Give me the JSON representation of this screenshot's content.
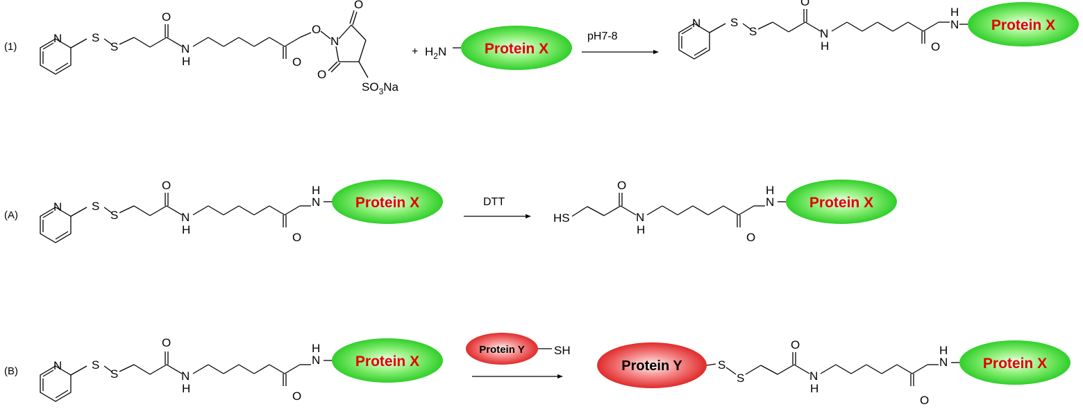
{
  "reactions": [
    {
      "label": "(1)",
      "plus": "+",
      "condition": "pH7-8"
    },
    {
      "label": "(A)",
      "condition": "DTT"
    },
    {
      "label": "(B)"
    }
  ],
  "atoms": {
    "N": "N",
    "H": "H",
    "O": "O",
    "S": "S",
    "Na": "Na",
    "sub2": "2",
    "sub3": "3",
    "HS": "HS",
    "SH": "SH"
  },
  "proteins": {
    "X": "Protein X",
    "Y": "Protein Y"
  },
  "colors": {
    "protein_x_fill": "#1ec81b",
    "protein_x_text": "#e00000",
    "protein_y_fill": "#dc1818",
    "protein_y_text": "#000000"
  }
}
